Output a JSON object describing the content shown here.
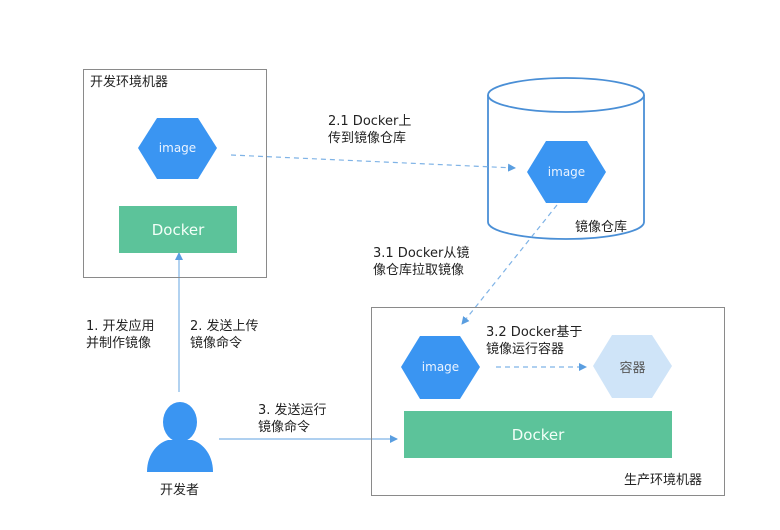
{
  "dev_machine": {
    "title": "开发环境机器",
    "image_label": "image",
    "docker_label": "Docker"
  },
  "registry": {
    "title": "镜像仓库",
    "image_label": "image"
  },
  "prod_machine": {
    "title": "生产环境机器",
    "image_label": "image",
    "container_label": "容器",
    "docker_label": "Docker"
  },
  "developer": {
    "label": "开发者"
  },
  "steps": {
    "s1": "1. 开发应用\n并制作镜像",
    "s2": "2. 发送上传\n镜像命令",
    "s21": "2.1 Docker上\n传到镜像仓库",
    "s3": "3. 发送运行\n镜像命令",
    "s31": "3.1 Docker从镜\n像仓库拉取镜像",
    "s32": "3.2 Docker基于\n镜像运行容器"
  },
  "colors": {
    "image_blue": "#3a95f2",
    "container_light": "#cfe4f8",
    "docker_green": "#5cc39a",
    "arrow_blue": "#5a9ee0"
  }
}
